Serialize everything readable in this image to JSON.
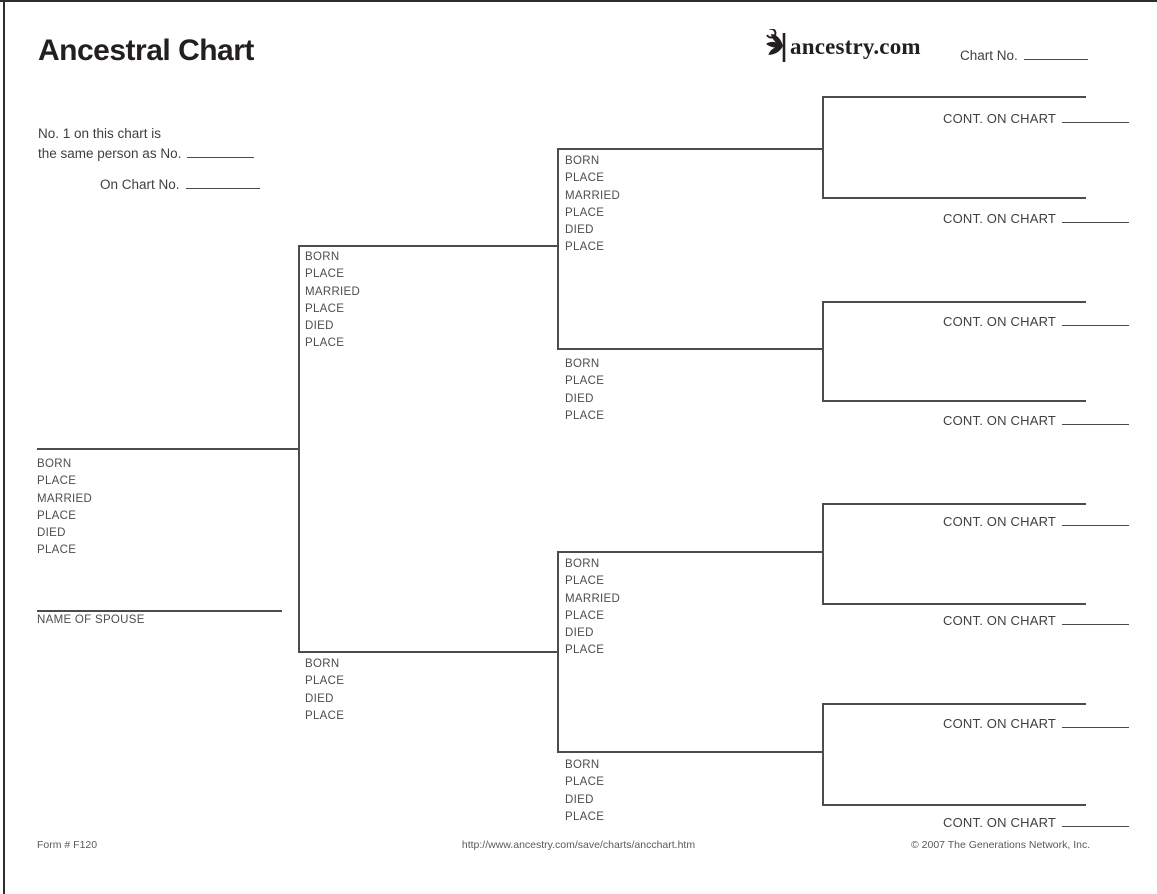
{
  "header": {
    "title": "Ancestral Chart",
    "logo_text": "ancestry.com",
    "chart_no_label": "Chart No."
  },
  "reference": {
    "line1": "No. 1 on this chart is",
    "line2": "the same person as No.",
    "line3": "On Chart No."
  },
  "labels": {
    "full": [
      "BORN",
      "PLACE",
      "MARRIED",
      "PLACE",
      "DIED",
      "PLACE"
    ],
    "short": [
      "BORN",
      "PLACE",
      "DIED",
      "PLACE"
    ],
    "spouse": "NAME OF SPOUSE",
    "cont": "CONT. ON CHART"
  },
  "footer": {
    "form_number": "Form # F120",
    "url": "http://www.ancestry.com/save/charts/ancchart.htm",
    "copyright": "© 2007 The Generations Network, Inc."
  },
  "colors": {
    "ink": "#3f3f3f",
    "line": "#4c4c4c",
    "title": "#231f20"
  }
}
